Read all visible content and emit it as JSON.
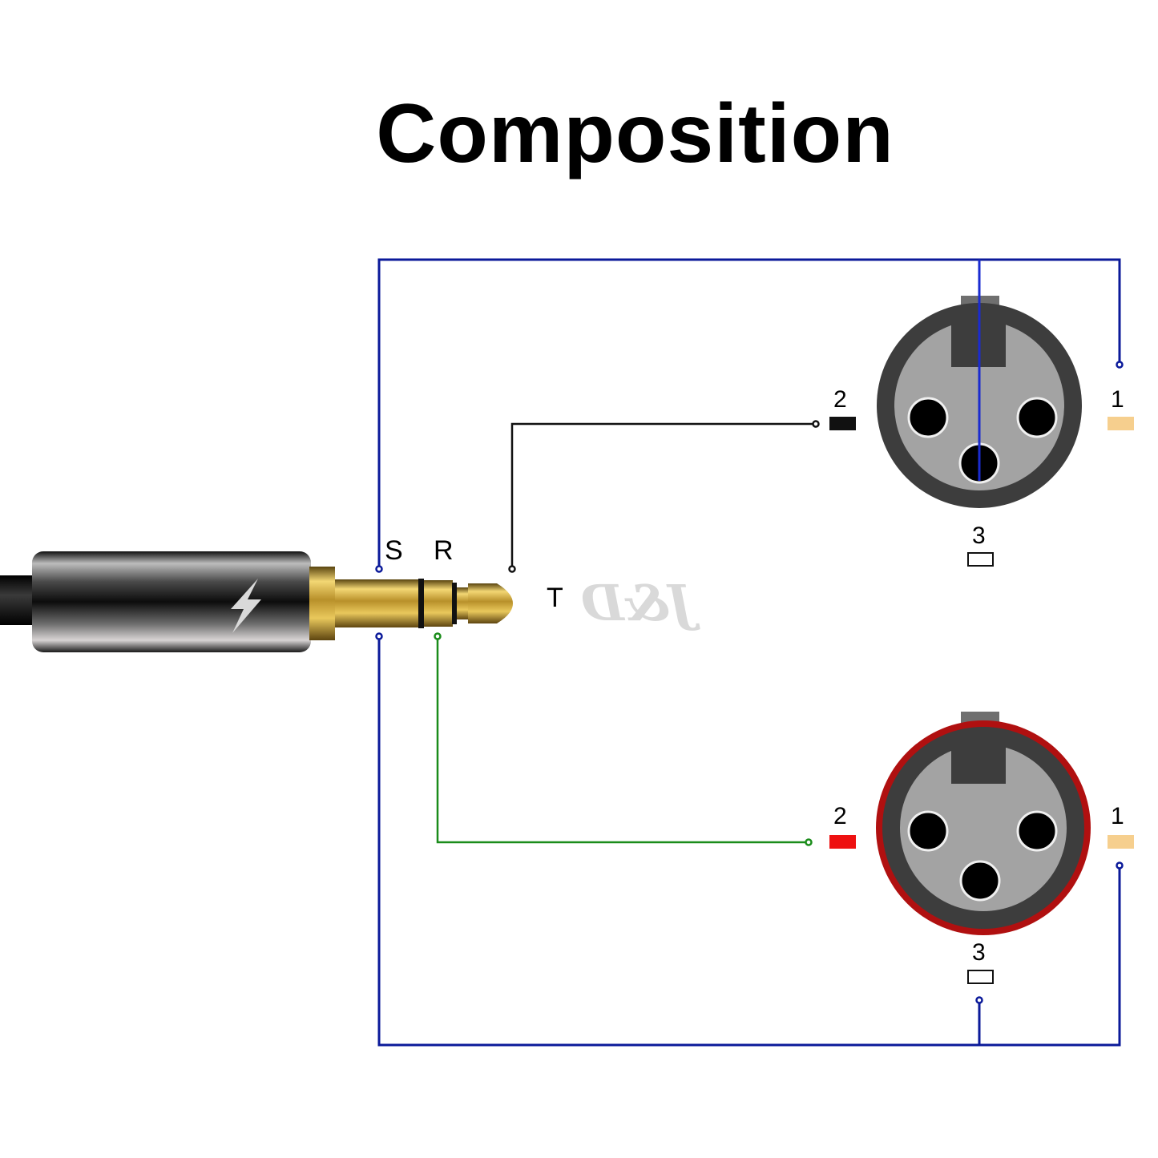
{
  "title": "Composition",
  "plug": {
    "brand_logo": "J&D",
    "logo_icon": "lightning-bolt-icon",
    "contacts": {
      "sleeve": "S",
      "ring": "R",
      "tip": "T"
    }
  },
  "connectors": [
    {
      "id": "xlr-top",
      "ring_color": "#3a3a3a",
      "pins": [
        {
          "number": "2",
          "swatch_color": "#111111",
          "wire": "tip",
          "wire_color": "#111111"
        },
        {
          "number": "1",
          "swatch_color": "#f6cf8e",
          "wire": "sleeve",
          "wire_color": "#0b1a9a"
        },
        {
          "number": "3",
          "swatch_color": "#ffffff",
          "wire": "sleeve",
          "wire_color": "#0b1a9a"
        }
      ]
    },
    {
      "id": "xlr-bottom",
      "ring_color": "#b01010",
      "pins": [
        {
          "number": "2",
          "swatch_color": "#ee1111",
          "wire": "ring",
          "wire_color": "#1a8c1a"
        },
        {
          "number": "1",
          "swatch_color": "#f6cf8e",
          "wire": "sleeve",
          "wire_color": "#0b1a9a"
        },
        {
          "number": "3",
          "swatch_color": "#ffffff",
          "wire": "sleeve",
          "wire_color": "#0b1a9a"
        }
      ]
    }
  ],
  "colors": {
    "ground_wire": "#0b1a9a",
    "tip_wire": "#111111",
    "ring_wire": "#1a8c1a",
    "gold": "#c9a23a"
  }
}
